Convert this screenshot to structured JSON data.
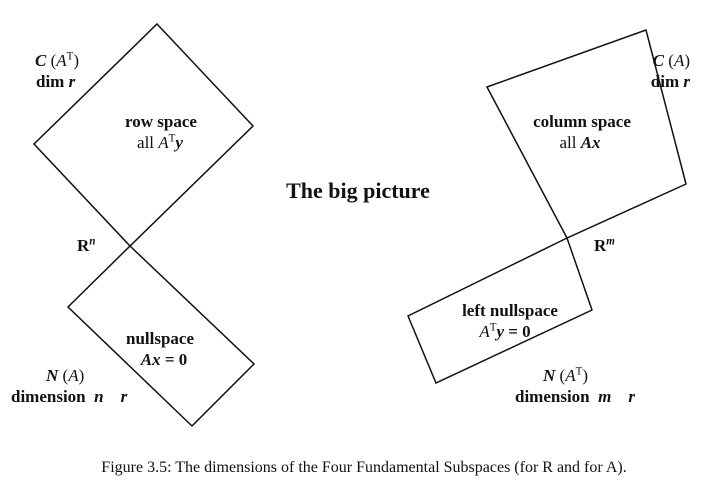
{
  "title": "The big picture",
  "caption": "Figure 3.5: The dimensions of the Four Fundamental Subspaces (for R and for A).",
  "left": {
    "row_space": {
      "space_label": "C",
      "space_arg": "A",
      "space_sup": "T",
      "dim_label": "dim",
      "dim_var": "r",
      "name": "row space",
      "content_prefix": "all",
      "content_main": "A",
      "content_sup": "T",
      "content_tail": "y"
    },
    "ambient": {
      "symbol": "R",
      "sup": "n"
    },
    "null_space": {
      "name": "nullspace",
      "eq_lhs": "Ax",
      "eq_rhs": "= 0",
      "space_label": "N",
      "space_arg": "A",
      "dim_label": "dimension",
      "dim_var1": "n",
      "dim_var2": "r"
    }
  },
  "right": {
    "column_space": {
      "space_label": "C",
      "space_arg": "A",
      "dim_label": "dim",
      "dim_var": "r",
      "name": "column space",
      "content_prefix": "all",
      "content_main": "Ax"
    },
    "ambient": {
      "symbol": "R",
      "sup": "m"
    },
    "left_null_space": {
      "name": "left nullspace",
      "eq_main": "A",
      "eq_sup": "T",
      "eq_tail": "y",
      "eq_rhs": "= 0",
      "space_label": "N",
      "space_arg": "A",
      "space_sup": "T",
      "dim_label": "dimension",
      "dim_var1": "m",
      "dim_var2": "r"
    }
  }
}
